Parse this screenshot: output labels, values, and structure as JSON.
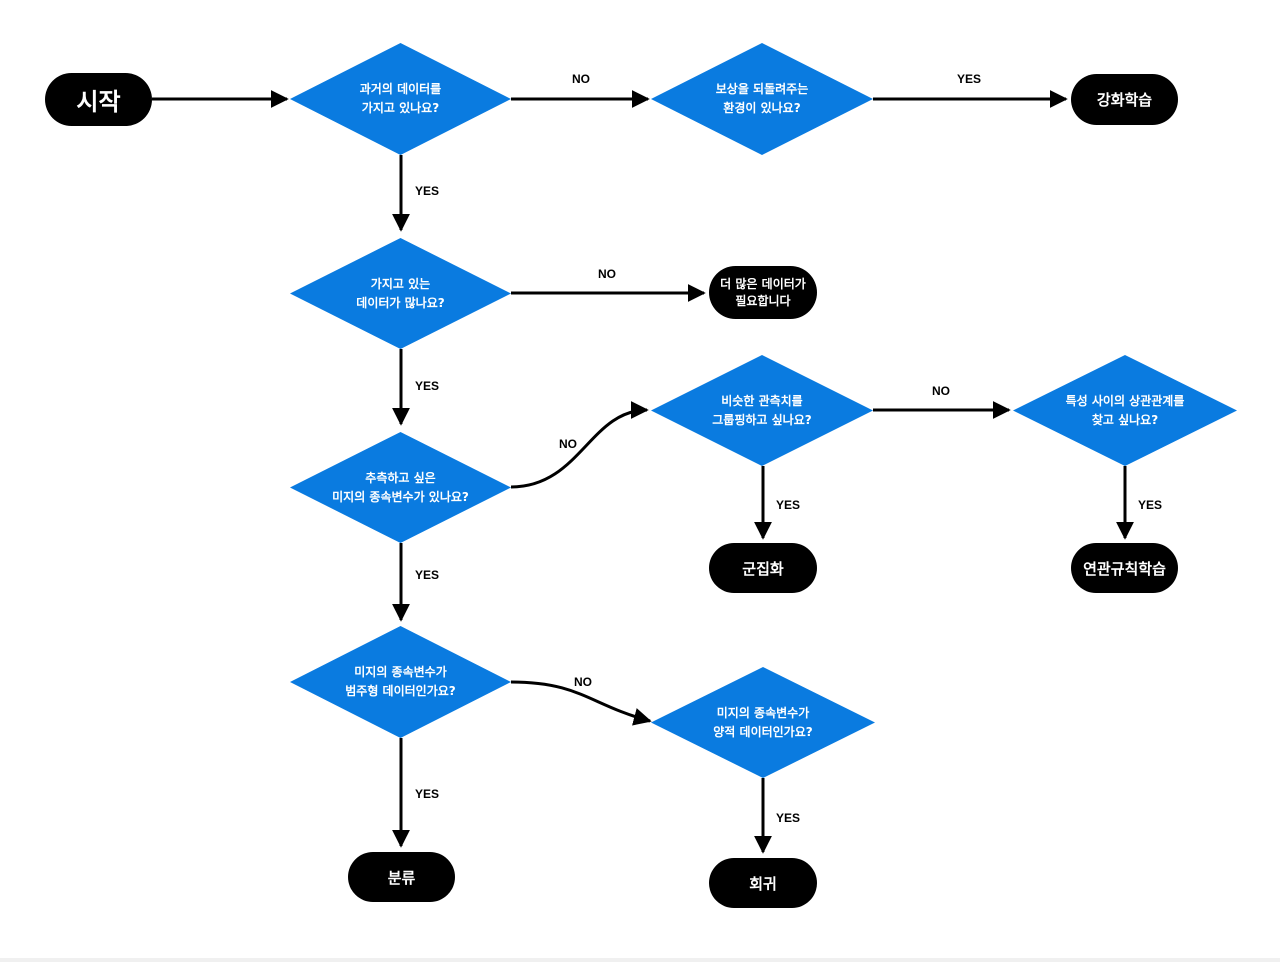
{
  "colors": {
    "decision_fill": "#0a7be0",
    "terminal_fill": "#000000",
    "text_on_shape": "#ffffff",
    "edge": "#000000"
  },
  "terminals": {
    "start": "시작",
    "reinforcement_learning": "강화학습",
    "need_more_data": "더 많은 데이터가\n필요합니다",
    "clustering": "군집화",
    "association_rule_learning": "연관규칙학습",
    "classification": "분류",
    "regression": "회귀"
  },
  "decisions": {
    "past_data": "과거의 데이터를\n가지고 있나요?",
    "reward_environment": "보상을 되돌려주는\n환경이 있나요?",
    "enough_data": "가지고 있는\n데이터가 많나요?",
    "target_variable": "추측하고 싶은\n미지의 종속변수가 있나요?",
    "grouping": "비슷한 관측치를\n그룹핑하고 싶나요?",
    "correlation": "특성 사이의 상관관계를\n찾고 싶나요?",
    "categorical": "미지의 종속변수가\n범주형 데이터인가요?",
    "quantitative": "미지의 종속변수가\n양적 데이터인가요?"
  },
  "edge_labels": {
    "past_data_no": "NO",
    "reward_yes": "YES",
    "past_data_yes": "YES",
    "enough_data_no": "NO",
    "enough_data_yes": "YES",
    "target_no": "NO",
    "grouping_no": "NO",
    "grouping_yes": "YES",
    "correlation_yes": "YES",
    "target_yes": "YES",
    "categorical_no": "NO",
    "categorical_yes": "YES",
    "quantitative_yes": "YES"
  }
}
